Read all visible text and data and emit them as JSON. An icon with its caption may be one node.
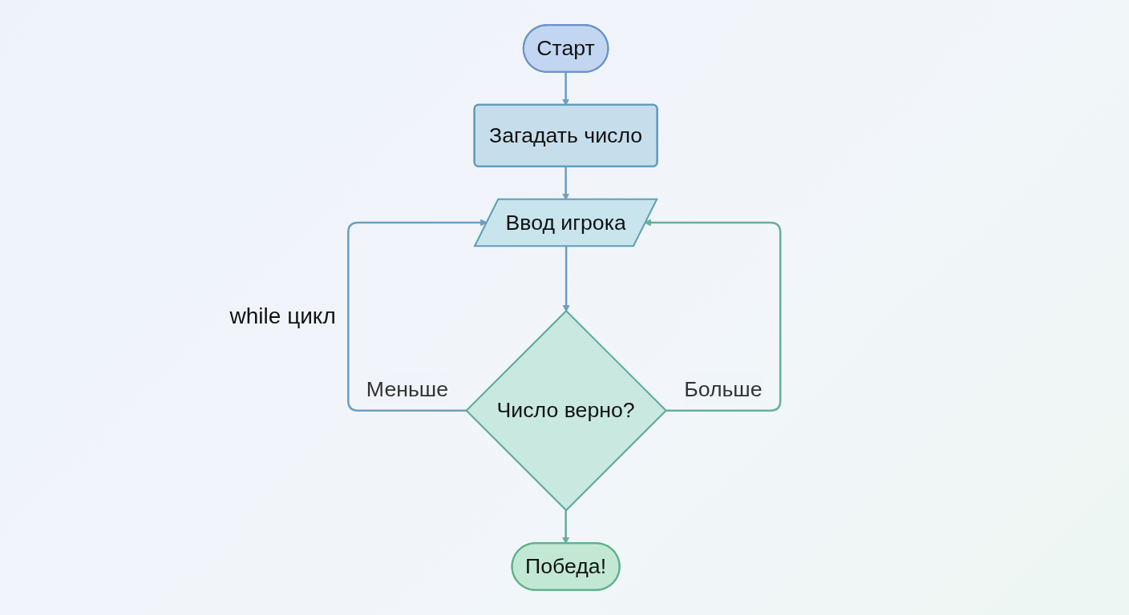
{
  "diagram": {
    "nodes": [
      {
        "text": [
          "Старт"
        ]
      },
      {
        "text": [
          "Загадать число"
        ]
      },
      {
        "text": [
          "Ввод игрока"
        ]
      },
      {
        "text": [
          "Число верно?"
        ]
      },
      {
        "text": [
          "Победа!"
        ]
      }
    ],
    "edges": [
      {
        "from": 0,
        "to": 1,
        "arrow": "to"
      },
      {
        "from": 1,
        "to": 2,
        "arrow": "to"
      },
      {
        "from": 2,
        "to": 3,
        "arrow": "to"
      },
      {
        "from": 3,
        "to": 2,
        "arrow": "to",
        "label": "Меньше"
      },
      {
        "from": 3,
        "to": 2,
        "arrow": "to",
        "label": "Больше",
        "color": "#6aaf9c"
      },
      {
        "from": 3,
        "to": 4,
        "arrow": "to",
        "color": "#6aaf9c"
      }
    ],
    "labels": [
      "while цикл"
    ]
  }
}
